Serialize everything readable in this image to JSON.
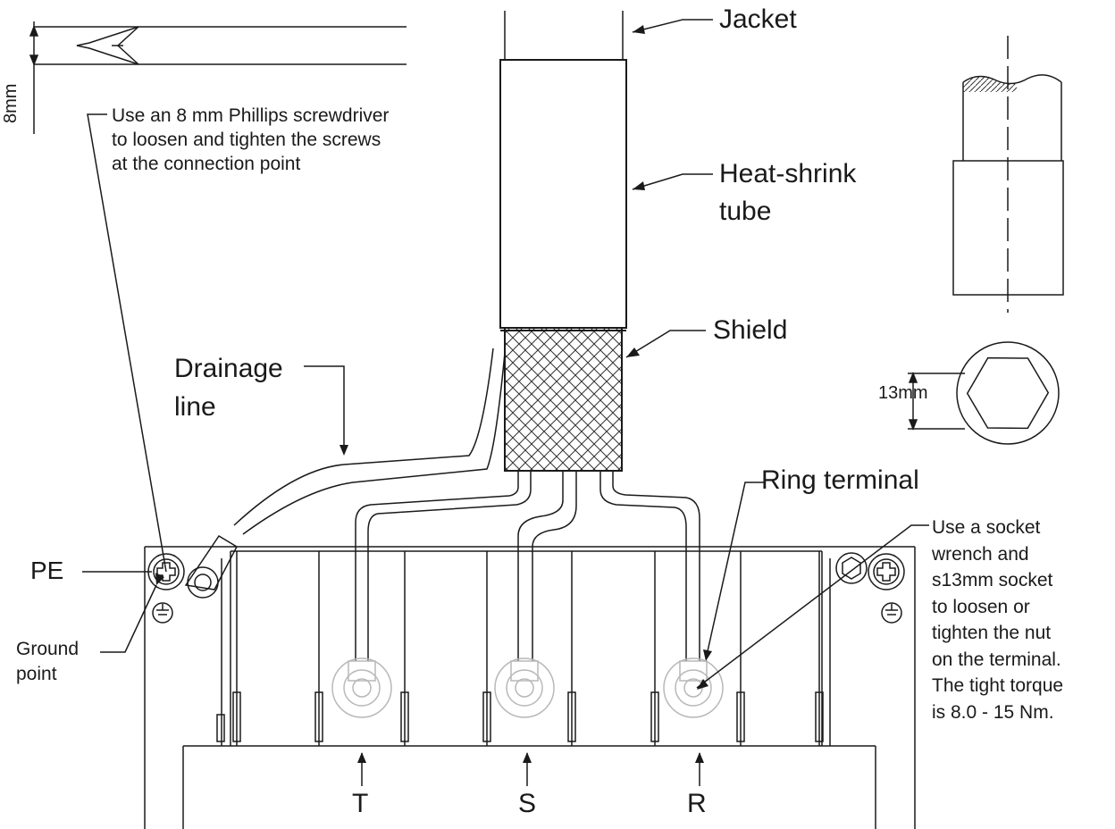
{
  "labels": {
    "jacket": "Jacket",
    "heat_shrink_1": "Heat-shrink",
    "heat_shrink_2": "tube",
    "shield": "Shield",
    "drainage_1": "Drainage",
    "drainage_2": "line",
    "ring_terminal": "Ring terminal",
    "pe": "PE",
    "ground_1": "Ground",
    "ground_2": "point",
    "terminal_t": "T",
    "terminal_s": "S",
    "terminal_r": "R",
    "dim_8mm": "8mm",
    "dim_13mm": "13mm"
  },
  "notes": {
    "screwdriver": [
      "Use an 8 mm Phillips screwdriver",
      "to loosen and tighten the screws",
      "at the connection point"
    ],
    "socket": [
      "Use a socket",
      "wrench and",
      "s13mm socket",
      "to loosen or",
      "tighten the nut",
      "on the terminal.",
      "The tight torque",
      "is 8.0 - 15 Nm."
    ]
  },
  "icons": [
    "screwdriver-tip-icon",
    "socket-wrench-icon",
    "hex-nut-icon",
    "phillips-screw-icon",
    "ground-symbol-icon",
    "ring-terminal-icon"
  ],
  "colors": {
    "line": "#1a1a1a",
    "faded": "#b8b8b8",
    "background": "#ffffff"
  }
}
